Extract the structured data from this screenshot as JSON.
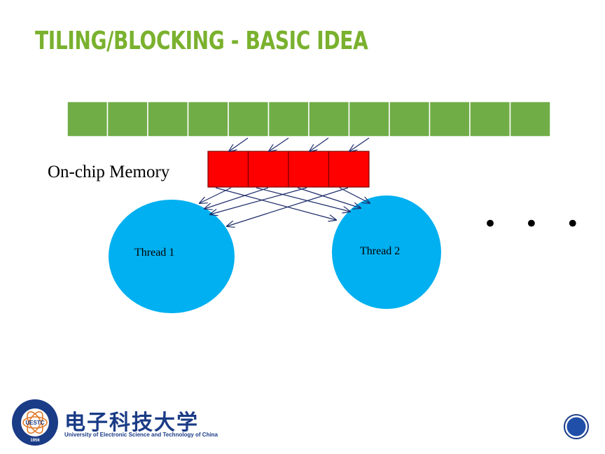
{
  "slide": {
    "title": "TILING/BLOCKING - BASIC IDEA",
    "title_color": "#7ab12e"
  },
  "diagram": {
    "global_memory_cells": 12,
    "global_memory_color": "#70ad47",
    "onchip_memory_cells": 4,
    "onchip_memory_color": "#ff0000",
    "onchip_memory_label": "On-chip Memory",
    "thread_color": "#00b0f0",
    "arrow_color": "#1f2d6b",
    "threads": [
      {
        "label": "Thread 1"
      },
      {
        "label": "Thread 2"
      }
    ],
    "ellipsis": "• • •"
  },
  "footer": {
    "university_name_cn": "电子科技大学",
    "university_name_en": "University of Electronic Science and Technology of China",
    "logo_abbrev": "UESTC",
    "logo_year": "1956",
    "logo_icon": "university-seal-icon",
    "nav_icon": "circle-nav-icon",
    "brand_color": "#1a3b86"
  }
}
